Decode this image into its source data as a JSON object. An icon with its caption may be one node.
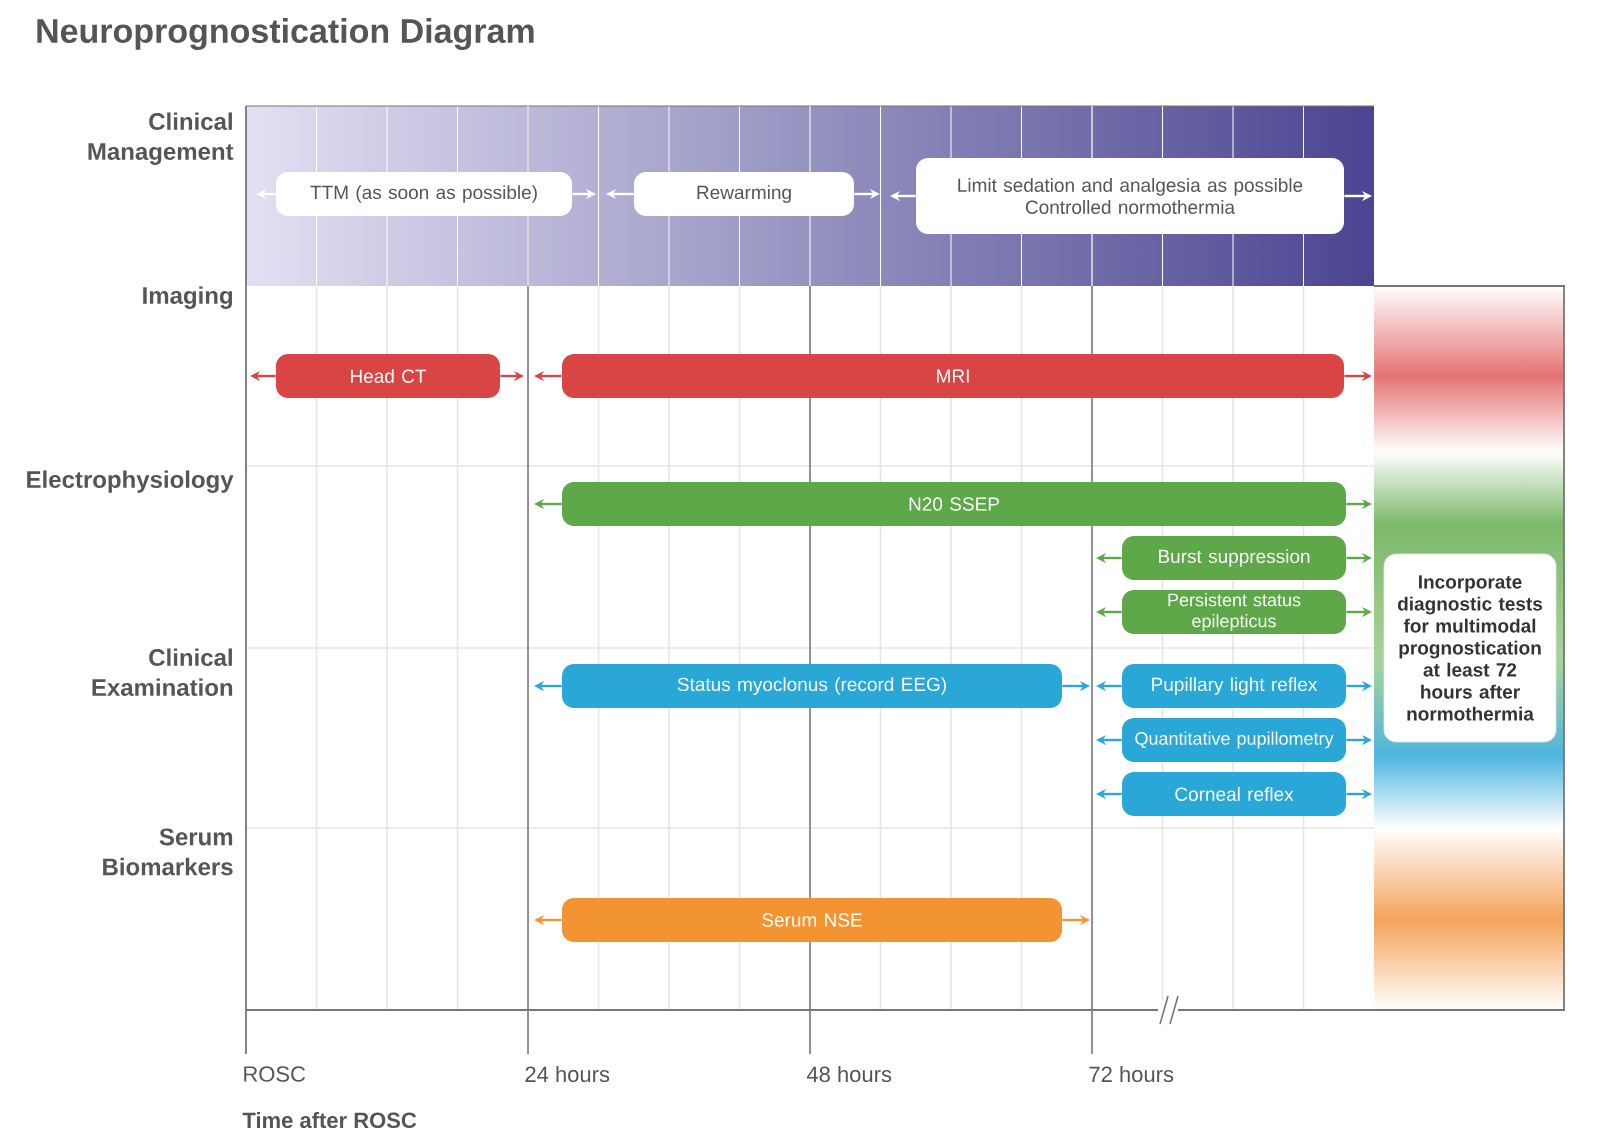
{
  "diagram": {
    "title": "Neuroprognostication Diagram",
    "nodes": [
      {
        "text": [
          "TTM (as soon as possible)"
        ]
      },
      {
        "text": [
          "Rewarming"
        ]
      },
      {
        "text": [
          "Limit sedation and analgesia as possible",
          "Controlled normothermia"
        ]
      },
      {
        "text": [
          "Head CT"
        ]
      },
      {
        "text": [
          "MRI"
        ]
      },
      {
        "text": [
          "N20 SSEP"
        ]
      },
      {
        "text": [
          "Burst suppression"
        ]
      },
      {
        "text": [
          "Persistent status epilepticus"
        ]
      },
      {
        "text": [
          "Status myoclonus (record EEG)"
        ]
      },
      {
        "text": [
          "Pupillary light reflex"
        ]
      },
      {
        "text": [
          "Quantitative pupillometry"
        ]
      },
      {
        "text": [
          "Corneal reflex"
        ]
      },
      {
        "text": [
          "Serum NSE"
        ]
      },
      {
        "text": [
          "Incorporate diagnostic tests for multimodal prognostication at least 72 hours after normothermia"
        ]
      }
    ],
    "edges": [
      {
        "from": 0,
        "to": null,
        "arrow": "to",
        "color": "#ffffff"
      },
      {
        "from": 0,
        "to": null,
        "arrow": "to",
        "color": "#ffffff"
      },
      {
        "from": 1,
        "to": null,
        "arrow": "to",
        "color": "#ffffff"
      },
      {
        "from": 1,
        "to": null,
        "arrow": "to",
        "color": "#ffffff"
      },
      {
        "from": 2,
        "to": null,
        "arrow": "to",
        "color": "#ffffff"
      },
      {
        "from": 2,
        "to": null,
        "arrow": "to",
        "color": "#ffffff"
      },
      {
        "from": 3,
        "to": null,
        "arrow": "to",
        "color": "#d94545"
      },
      {
        "from": 3,
        "to": null,
        "arrow": "to",
        "color": "#d94545"
      },
      {
        "from": 4,
        "to": null,
        "arrow": "to",
        "color": "#d94545"
      },
      {
        "from": 4,
        "to": null,
        "arrow": "to",
        "color": "#d94545"
      },
      {
        "from": 5,
        "to": null,
        "arrow": "to",
        "color": "#5ea84a"
      },
      {
        "from": 5,
        "to": null,
        "arrow": "to",
        "color": "#5ea84a"
      },
      {
        "from": 6,
        "to": null,
        "arrow": "to",
        "color": "#5ea84a"
      },
      {
        "from": 6,
        "to": null,
        "arrow": "to",
        "color": "#5ea84a"
      },
      {
        "from": 7,
        "to": null,
        "arrow": "to",
        "color": "#5ea84a"
      },
      {
        "from": 7,
        "to": null,
        "arrow": "to",
        "color": "#5ea84a"
      },
      {
        "from": 8,
        "to": null,
        "arrow": "to"
      },
      {
        "from": 8,
        "to": null,
        "arrow": "to"
      },
      {
        "from": 9,
        "to": null,
        "arrow": "to"
      },
      {
        "from": 9,
        "to": null,
        "arrow": "to"
      },
      {
        "from": 10,
        "to": null,
        "arrow": "to"
      },
      {
        "from": 10,
        "to": null,
        "arrow": "to"
      },
      {
        "from": 11,
        "to": null,
        "arrow": "to"
      },
      {
        "from": 11,
        "to": null,
        "arrow": "to"
      },
      {
        "from": 12,
        "to": null,
        "arrow": "to",
        "color": "#f39433"
      },
      {
        "from": 12,
        "to": null,
        "arrow": "to",
        "color": "#f39433"
      }
    ],
    "labels": [
      "Clinical Management",
      "Imaging",
      "Electrophysiology",
      "Clinical Examination",
      "Serum Biomarkers",
      "ROSC",
      "24 hours",
      "48 hours",
      "72 hours",
      "Time after ROSC"
    ]
  }
}
